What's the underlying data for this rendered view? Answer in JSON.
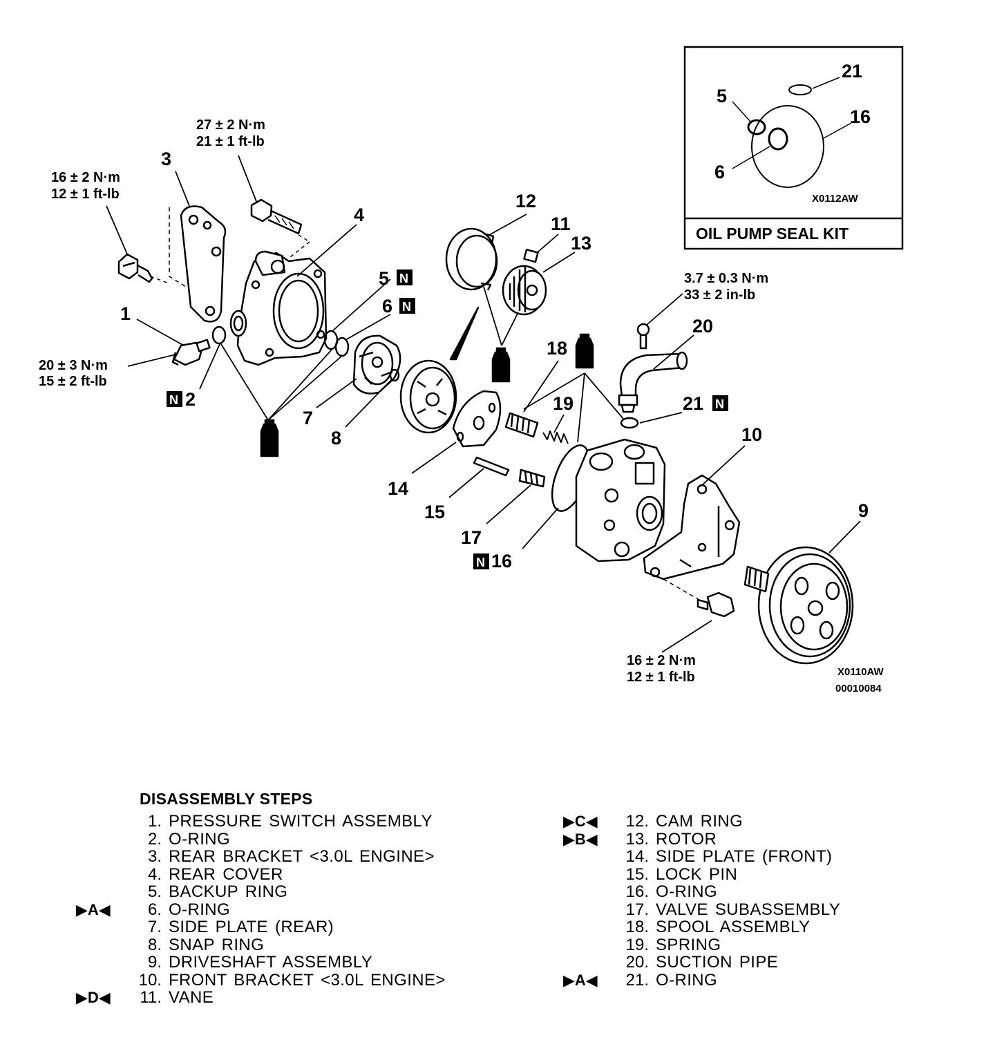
{
  "callouts": {
    "c1": "1",
    "c2": "2",
    "c3": "3",
    "c4": "4",
    "c5": "5",
    "c6": "6",
    "c7": "7",
    "c8": "8",
    "c9": "9",
    "c10": "10",
    "c11": "11",
    "c12": "12",
    "c13": "13",
    "c14": "14",
    "c15": "15",
    "c16": "16",
    "c17": "17",
    "c18": "18",
    "c19": "19",
    "c20": "20",
    "c21": "21"
  },
  "n_mark": "N",
  "torques": {
    "t_rear_bolt": [
      "27 ± 2 N·m",
      "21 ± 1 ft-lb"
    ],
    "t_bracket": [
      "16 ± 2 N·m",
      "12 ± 1 ft-lb"
    ],
    "t_switch": [
      "20 ± 3 N·m",
      "15 ± 2 ft-lb"
    ],
    "t_pipe_bolt": [
      "3.7 ± 0.3 N·m",
      "33 ± 2 in-lb"
    ],
    "t_front_bolt": [
      "16 ± 2 N·m",
      "12 ± 1 ft-lb"
    ]
  },
  "inset": {
    "title": "OIL PUMP SEAL KIT",
    "code": "X0112AW",
    "labels": {
      "l21": "21",
      "l5": "5",
      "l16": "16",
      "l6": "6"
    }
  },
  "figure_codes": [
    "X0110AW",
    "00010084"
  ],
  "steps": {
    "heading": "DISASSEMBLY STEPS",
    "left": [
      {
        "mark": "",
        "num": "1.",
        "label": "PRESSURE SWITCH ASSEMBLY"
      },
      {
        "mark": "",
        "num": "2.",
        "label": "O-RING"
      },
      {
        "mark": "",
        "num": "3.",
        "label": "REAR BRACKET <3.0L ENGINE>"
      },
      {
        "mark": "",
        "num": "4.",
        "label": "REAR COVER"
      },
      {
        "mark": "",
        "num": "5.",
        "label": "BACKUP RING"
      },
      {
        "mark": "▶A◀",
        "num": "6.",
        "label": "O-RING"
      },
      {
        "mark": "",
        "num": "7.",
        "label": "SIDE PLATE (REAR)"
      },
      {
        "mark": "",
        "num": "8.",
        "label": "SNAP RING"
      },
      {
        "mark": "",
        "num": "9.",
        "label": "DRIVESHAFT ASSEMBLY"
      },
      {
        "mark": "",
        "num": "10.",
        "label": "FRONT BRACKET <3.0L ENGINE>"
      },
      {
        "mark": "▶D◀",
        "num": "11.",
        "label": "VANE"
      }
    ],
    "right": [
      {
        "mark": "▶C◀",
        "num": "12.",
        "label": "CAM RING"
      },
      {
        "mark": "▶B◀",
        "num": "13.",
        "label": "ROTOR"
      },
      {
        "mark": "",
        "num": "14.",
        "label": "SIDE PLATE (FRONT)"
      },
      {
        "mark": "",
        "num": "15.",
        "label": "LOCK PIN"
      },
      {
        "mark": "",
        "num": "16.",
        "label": "O-RING"
      },
      {
        "mark": "",
        "num": "17.",
        "label": "VALVE SUBASSEMBLY"
      },
      {
        "mark": "",
        "num": "18.",
        "label": "SPOOL ASSEMBLY"
      },
      {
        "mark": "",
        "num": "19.",
        "label": "SPRING"
      },
      {
        "mark": "",
        "num": "20.",
        "label": "SUCTION PIPE"
      },
      {
        "mark": "▶A◀",
        "num": "21.",
        "label": "O-RING"
      }
    ]
  }
}
